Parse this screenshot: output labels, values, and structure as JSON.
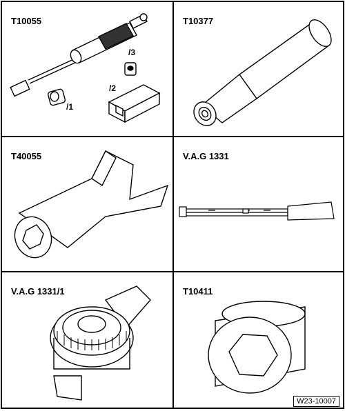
{
  "cells": [
    {
      "label": "T10055",
      "subs": [
        "/1",
        "/2",
        "/3"
      ]
    },
    {
      "label": "T10377"
    },
    {
      "label": "T40055"
    },
    {
      "label": "V.A.G 1331"
    },
    {
      "label": "V.A.G 1331/1"
    },
    {
      "label": "T10411"
    }
  ],
  "figure_ref": "W23-10007"
}
